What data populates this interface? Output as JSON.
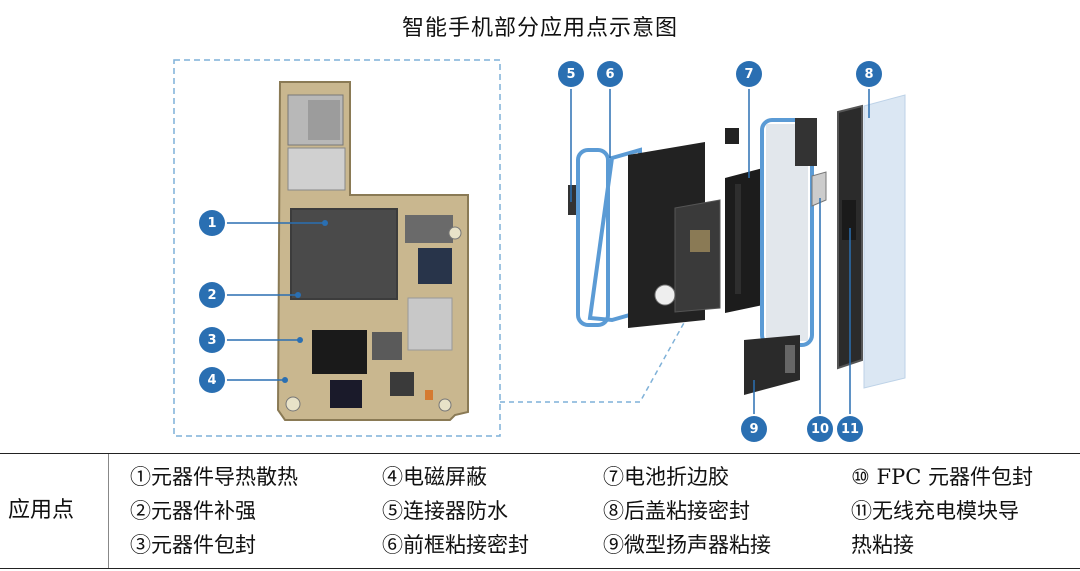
{
  "title": "智能手机部分应用点示意图",
  "callouts": [
    "1",
    "2",
    "3",
    "4",
    "5",
    "6",
    "7",
    "8",
    "9",
    "10",
    "11"
  ],
  "table": {
    "row_header": "应用点",
    "columns": [
      [
        "①元器件导热散热",
        "②元器件补强",
        "③元器件包封"
      ],
      [
        "④电磁屏蔽",
        "⑤连接器防水",
        "⑥前框粘接密封"
      ],
      [
        "⑦电池折边胶",
        "⑧后盖粘接密封",
        "⑨微型扬声器粘接"
      ],
      [
        "⑩ FPC 元器件包封",
        "⑪无线充电模块导",
        "热粘接"
      ]
    ]
  },
  "colors": {
    "callout": "#2a6fb2",
    "board": "#c9b78f",
    "frame": "#5b9bd5",
    "dash": "#7fb1d8"
  }
}
